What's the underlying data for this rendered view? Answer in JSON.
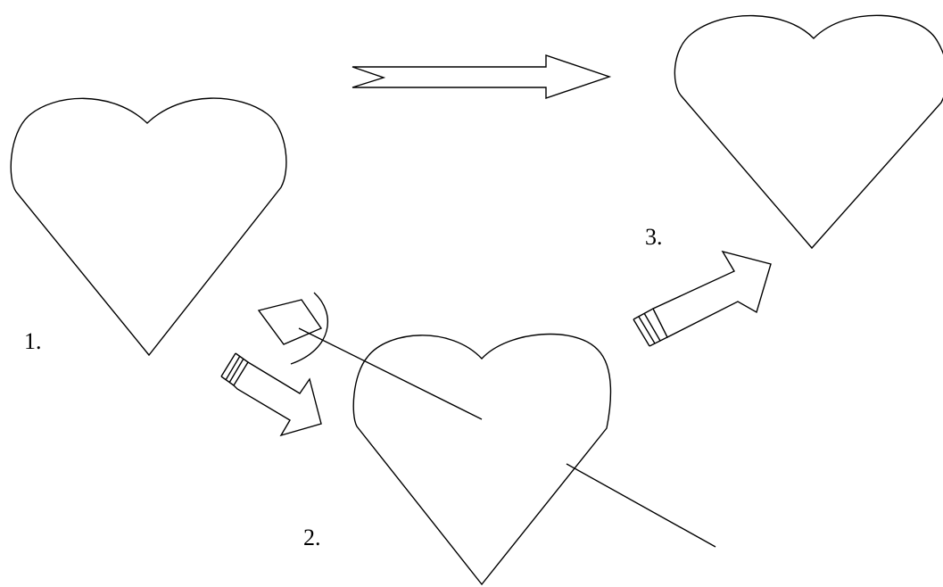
{
  "steps": [
    {
      "label": "1."
    },
    {
      "label": "2."
    },
    {
      "label": "3."
    }
  ],
  "colors": {
    "stroke": "#000000",
    "background": "#ffffff"
  }
}
